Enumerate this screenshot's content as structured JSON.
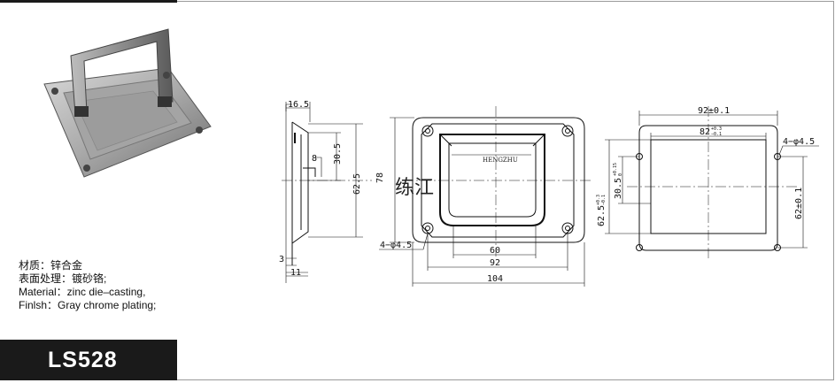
{
  "spec": {
    "line1": "材质：锌合金",
    "line2": "表面处理：镀砂铬;",
    "line3": "Material：zinc die–casting,",
    "line4": "Finlsh：Gray chrome plating;"
  },
  "model": "LS528",
  "watermark": "练江",
  "handle_text": "HENGZHU",
  "side_view": {
    "d_16_5": "16.5",
    "d_30_5": "30.5",
    "d_8": "8",
    "d_62_5": "62.5",
    "d_3": "3",
    "d_11": "11"
  },
  "front_view": {
    "d_78": "78",
    "d_4phi": "4−φ4.5",
    "d_60": "60",
    "d_92": "92",
    "d_104": "104"
  },
  "cutout_view": {
    "d_92_01": "92±0.1",
    "d_82_base": "82",
    "d_82_tol_up": "+0.3",
    "d_82_tol_dn": "−0.1",
    "d_4phi": "4−φ4.5",
    "d_30_5_base": "30.5",
    "d_30_5_tol_up": "+0.15",
    "d_30_5_tol_dn": "0",
    "d_62_5_base": "62.5",
    "d_62_5_tol_up": "+0.3",
    "d_62_5_tol_dn": "−0.1",
    "d_62_01": "62±0.1"
  }
}
